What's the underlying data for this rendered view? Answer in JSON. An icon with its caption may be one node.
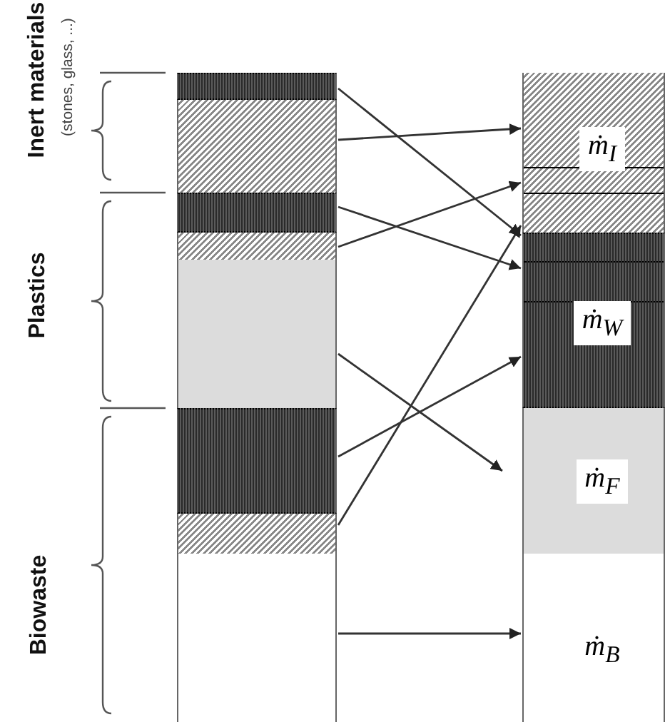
{
  "diagram": {
    "nodes": [
      {
        "text": [],
        "shape": "bar"
      },
      {
        "text": [],
        "shape": "bar"
      },
      {
        "text": [],
        "shape": "bar"
      },
      {
        "text": [],
        "shape": "bar"
      },
      {
        "text": [],
        "shape": "bar"
      },
      {
        "text": [],
        "shape": "bar"
      },
      {
        "text": [],
        "shape": "bar"
      },
      {
        "text": [],
        "shape": "bar"
      },
      {
        "text": [
          "ṁ$_{I}$"
        ]
      },
      {
        "text": [
          "ṁ$_{W}$"
        ]
      },
      {
        "text": [
          "ṁ$_{F}$"
        ]
      },
      {
        "text": [
          "ṁ$_{B}$"
        ]
      }
    ],
    "edges": [
      {
        "from": 0,
        "to": 9,
        "arrow": "to"
      },
      {
        "from": 1,
        "to": 8,
        "arrow": "to"
      },
      {
        "from": 2,
        "to": 9,
        "arrow": "to"
      },
      {
        "from": 3,
        "to": 8,
        "arrow": "to"
      },
      {
        "from": 4,
        "to": 10,
        "arrow": "to"
      },
      {
        "from": 5,
        "to": 9,
        "arrow": "to"
      },
      {
        "from": 6,
        "to": 8,
        "arrow": "to"
      },
      {
        "from": 7,
        "to": 11,
        "arrow": "to"
      }
    ],
    "labels": [
      "Inert materials",
      "(stones, glass, ...)",
      "Plastics",
      "Biowaste"
    ]
  }
}
